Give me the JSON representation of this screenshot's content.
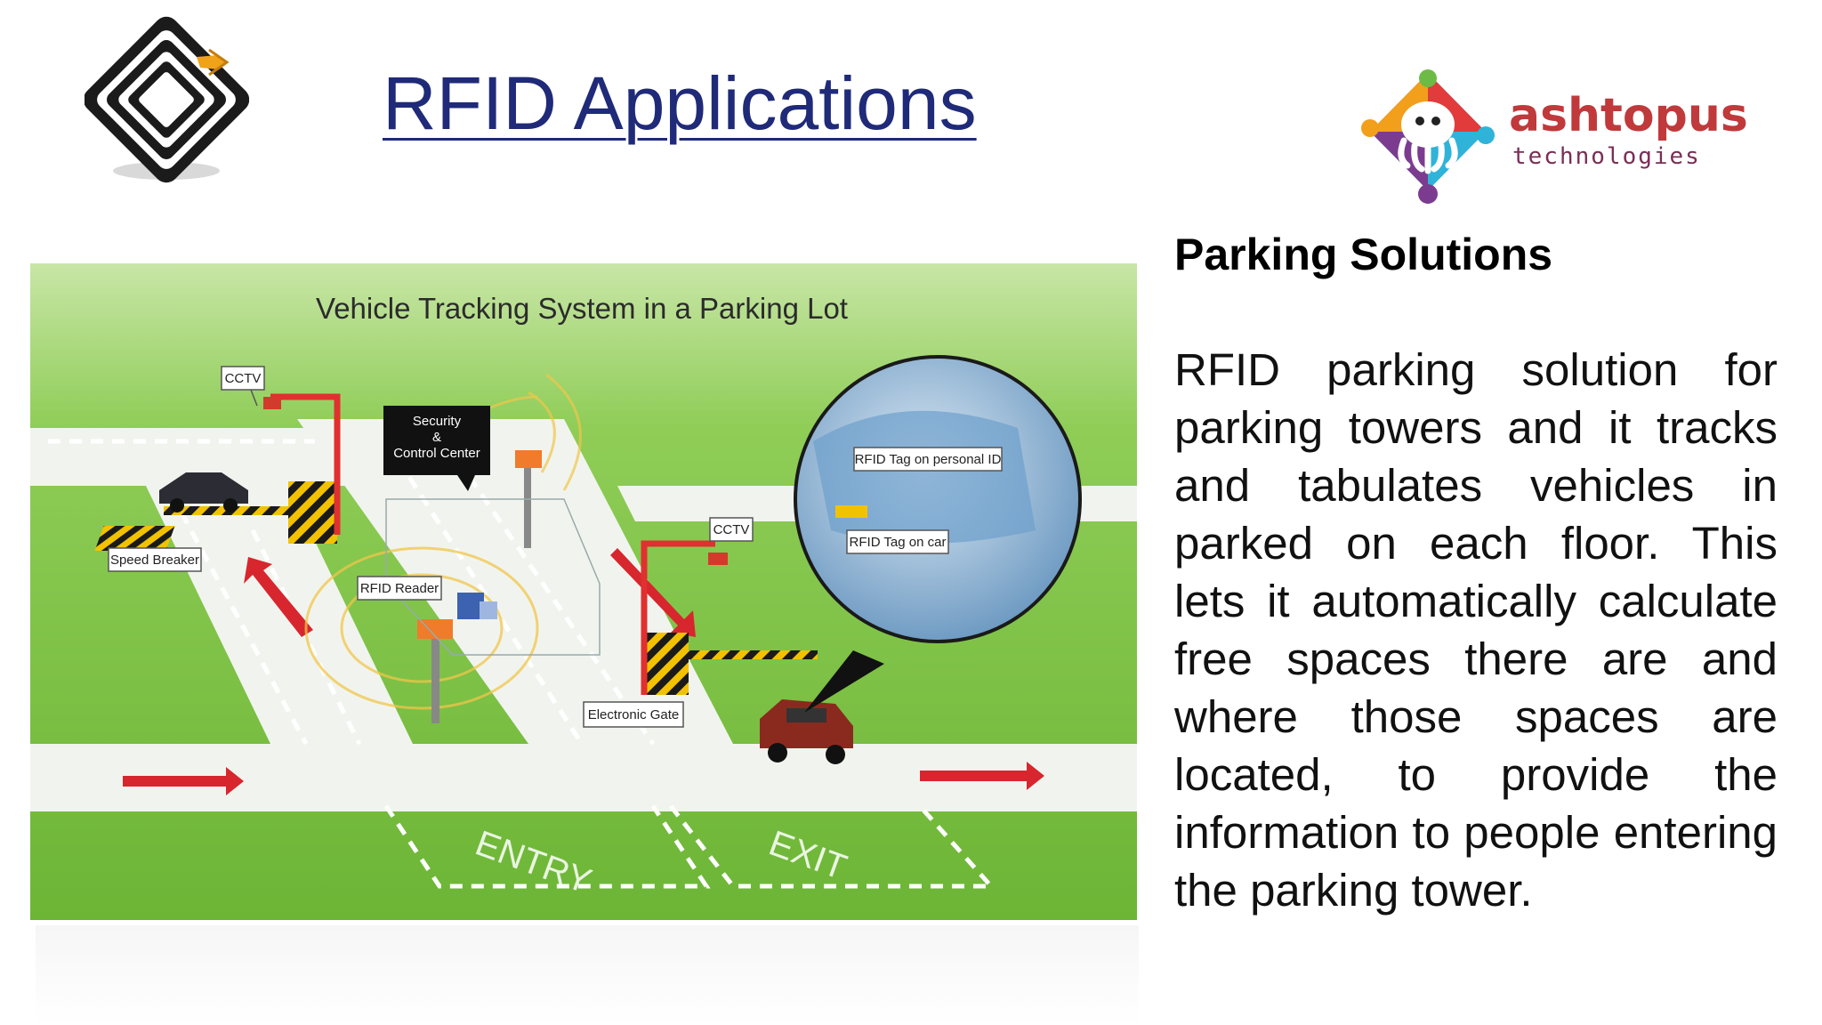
{
  "slide": {
    "title": "RFID Applications"
  },
  "brand": {
    "name": "ashtopus",
    "tagline": "technologies",
    "colors": {
      "name": "#c0393b",
      "tagline": "#7a2e55"
    }
  },
  "diagram": {
    "title": "Vehicle Tracking System in a Parking Lot",
    "labels": {
      "cctv_left": "CCTV",
      "cctv_right": "CCTV",
      "security_line1": "Security",
      "security_line2": "&",
      "security_line3": "Control Center",
      "speed_breaker": "Speed Breaker",
      "rfid_reader": "RFID Reader",
      "electronic_gate": "Electronic Gate",
      "tag_personal_id": "RFID Tag on personal ID",
      "tag_on_car": "RFID Tag on car",
      "entry": "ENTRY",
      "exit": "EXIT"
    },
    "colors": {
      "grass": "#7cc242",
      "road": "#f2f5ef",
      "arrow": "#d7262e",
      "barrier": "#f2c200"
    }
  },
  "content": {
    "heading": "Parking Solutions",
    "paragraph": "RFID parking solution for parking towers and it tracks and tabulates vehicles in parked on each floor. This lets it automatically calculate free spaces there are and where those spaces are located, to provide the information to people entering the parking tower."
  }
}
